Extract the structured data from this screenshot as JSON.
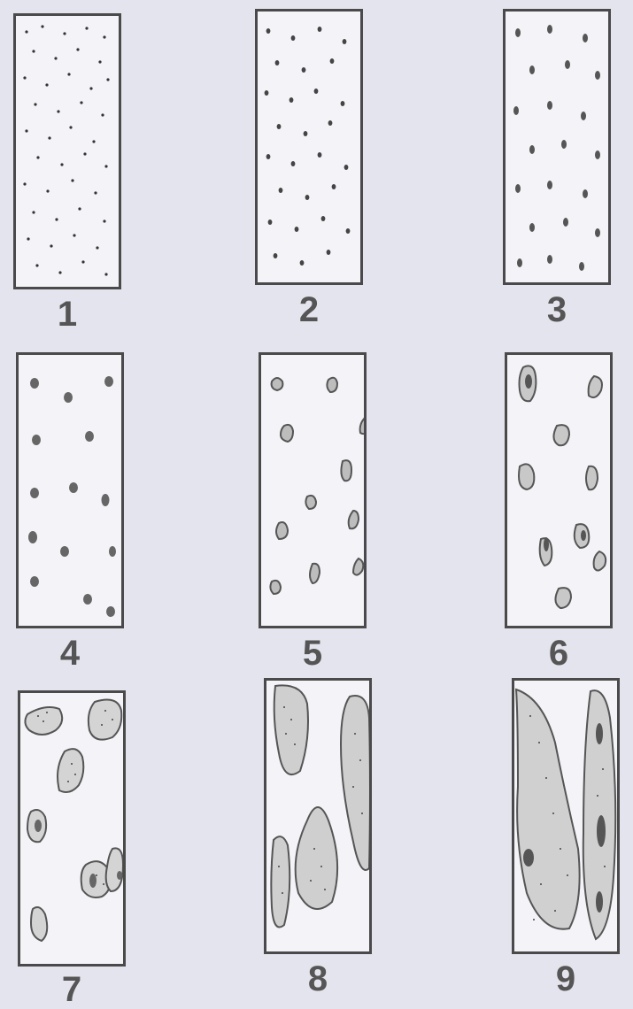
{
  "panels": [
    {
      "label": "1"
    },
    {
      "label": "2"
    },
    {
      "label": "3"
    },
    {
      "label": "4"
    },
    {
      "label": "5"
    },
    {
      "label": "6"
    },
    {
      "label": "7"
    },
    {
      "label": "8"
    },
    {
      "label": "9"
    }
  ],
  "colors": {
    "background": "#e4e4ee",
    "paper": "#f4f4f8",
    "ink": "#4a4a4a",
    "fill": "#6e6e6e",
    "label": "#555555"
  }
}
